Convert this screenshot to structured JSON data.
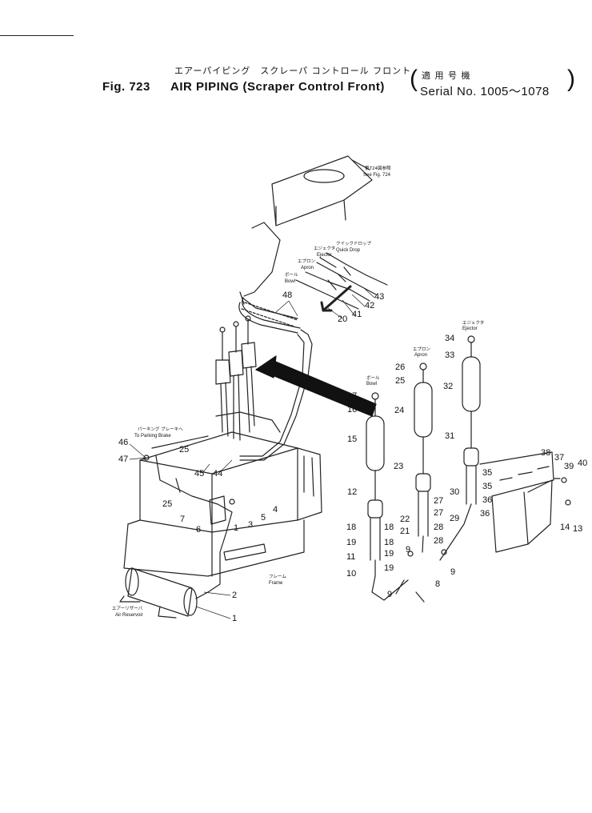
{
  "header": {
    "title_jp": "エアーパイピング　スクレーパ コントロール フロント",
    "fig_label": "Fig. 723",
    "title_en": "AIR  PIPING (Scraper Control Front)",
    "serial_jp": "適 用 号 機",
    "serial_en": "Serial No. 1005～1078",
    "paren_open": "(",
    "paren_close": ")"
  },
  "labels": {
    "see_fig_jp": "第724図参照",
    "see_fig_en": "See Fig. 724",
    "ejector_jp": "エジェクタ",
    "ejector_en": "Ejector",
    "quick_drop_jp": "クイックドロップ",
    "quick_drop_en": "Quick Drop",
    "apron_jp": "エプロン",
    "apron_en": "Apron",
    "bowl_jp": "ボール",
    "bowl_en": "Bowl",
    "parking_jp": "パーキング ブレーキへ",
    "parking_en": "To Parking Brake",
    "frame_jp": "フレーム",
    "frame_en": "Frame",
    "reservoir_jp": "エアーリザーバ",
    "reservoir_en": "Air Reservoir",
    "ejector2_jp": "エジェクタ",
    "ejector2_en": "Ejector",
    "apron2_jp": "エプロン",
    "apron2_en": "Apron",
    "bowl2_jp": "ボール",
    "bowl2_en": "Bowl"
  },
  "callouts": {
    "n1": "1",
    "n1b": "1",
    "n2": "2",
    "n3": "3",
    "n4": "4",
    "n5": "5",
    "n6": "6",
    "n7": "7",
    "n8": "8",
    "n9a": "9",
    "n9b": "9",
    "n9c": "9",
    "n10": "10",
    "n11": "11",
    "n12": "12",
    "n13": "13",
    "n14": "14",
    "n15": "15",
    "n16": "16",
    "n17": "17",
    "n18a": "18",
    "n18b": "18",
    "n18c": "18",
    "n19a": "19",
    "n19b": "19",
    "n19c": "19",
    "n20": "20",
    "n21": "21",
    "n22": "22",
    "n23": "23",
    "n24": "24",
    "n25a": "25",
    "n25b": "25",
    "n25c": "25",
    "n26": "26",
    "n27a": "27",
    "n27b": "27",
    "n28a": "28",
    "n28b": "28",
    "n29": "29",
    "n30": "30",
    "n31": "31",
    "n32": "32",
    "n33": "33",
    "n34": "34",
    "n35a": "35",
    "n35b": "35",
    "n36a": "36",
    "n36b": "36",
    "n37": "37",
    "n38": "38",
    "n39": "39",
    "n40": "40",
    "n41": "41",
    "n42": "42",
    "n43": "43",
    "n44": "44",
    "n45": "45",
    "n46": "46",
    "n47": "47",
    "n48": "48"
  }
}
